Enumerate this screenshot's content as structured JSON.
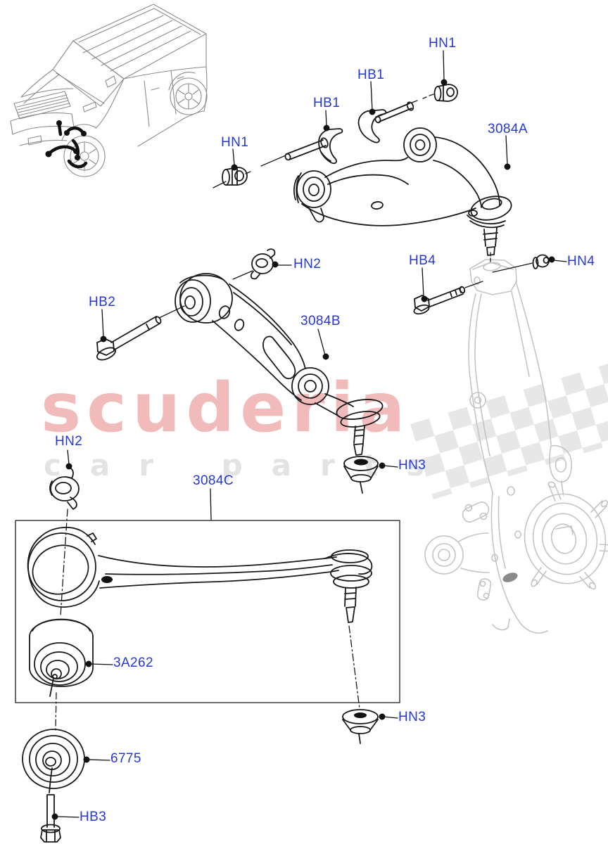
{
  "watermark": {
    "brand_text": "scuderia",
    "brand_color": "rgba(221,85,85,0.40)",
    "subtitle_text": "car parts",
    "subtitle_color": "#e3e3e3"
  },
  "diagram": {
    "callout_color": "#2638d4",
    "line_color": "#1a1a1a",
    "ghost_color": "#c4c4c4",
    "checker_color": "#d9d9d9",
    "part_numbers": [
      "3084A",
      "3084B",
      "3084C",
      "3A262",
      "6775"
    ],
    "fastener_codes": [
      "HB1",
      "HB2",
      "HB3",
      "HB4",
      "HN1",
      "HN2",
      "HN3",
      "HN4"
    ],
    "callouts": [
      {
        "id": "hn1-top",
        "text": "HN1"
      },
      {
        "id": "hb1-upper",
        "text": "HB1"
      },
      {
        "id": "hb1-lower",
        "text": "HB1"
      },
      {
        "id": "hn1-left",
        "text": "HN1"
      },
      {
        "id": "3084a",
        "text": "3084A"
      },
      {
        "id": "hn2-upper",
        "text": "HN2"
      },
      {
        "id": "hb2",
        "text": "HB2"
      },
      {
        "id": "3084b",
        "text": "3084B"
      },
      {
        "id": "hb4",
        "text": "HB4"
      },
      {
        "id": "hn4",
        "text": "HN4"
      },
      {
        "id": "hn3-upper",
        "text": "HN3"
      },
      {
        "id": "hn2-lower",
        "text": "HN2"
      },
      {
        "id": "3084c",
        "text": "3084C"
      },
      {
        "id": "3a262",
        "text": "3A262"
      },
      {
        "id": "6775",
        "text": "6775"
      },
      {
        "id": "hn3-lower",
        "text": "HN3"
      },
      {
        "id": "hb3",
        "text": "HB3"
      }
    ]
  }
}
